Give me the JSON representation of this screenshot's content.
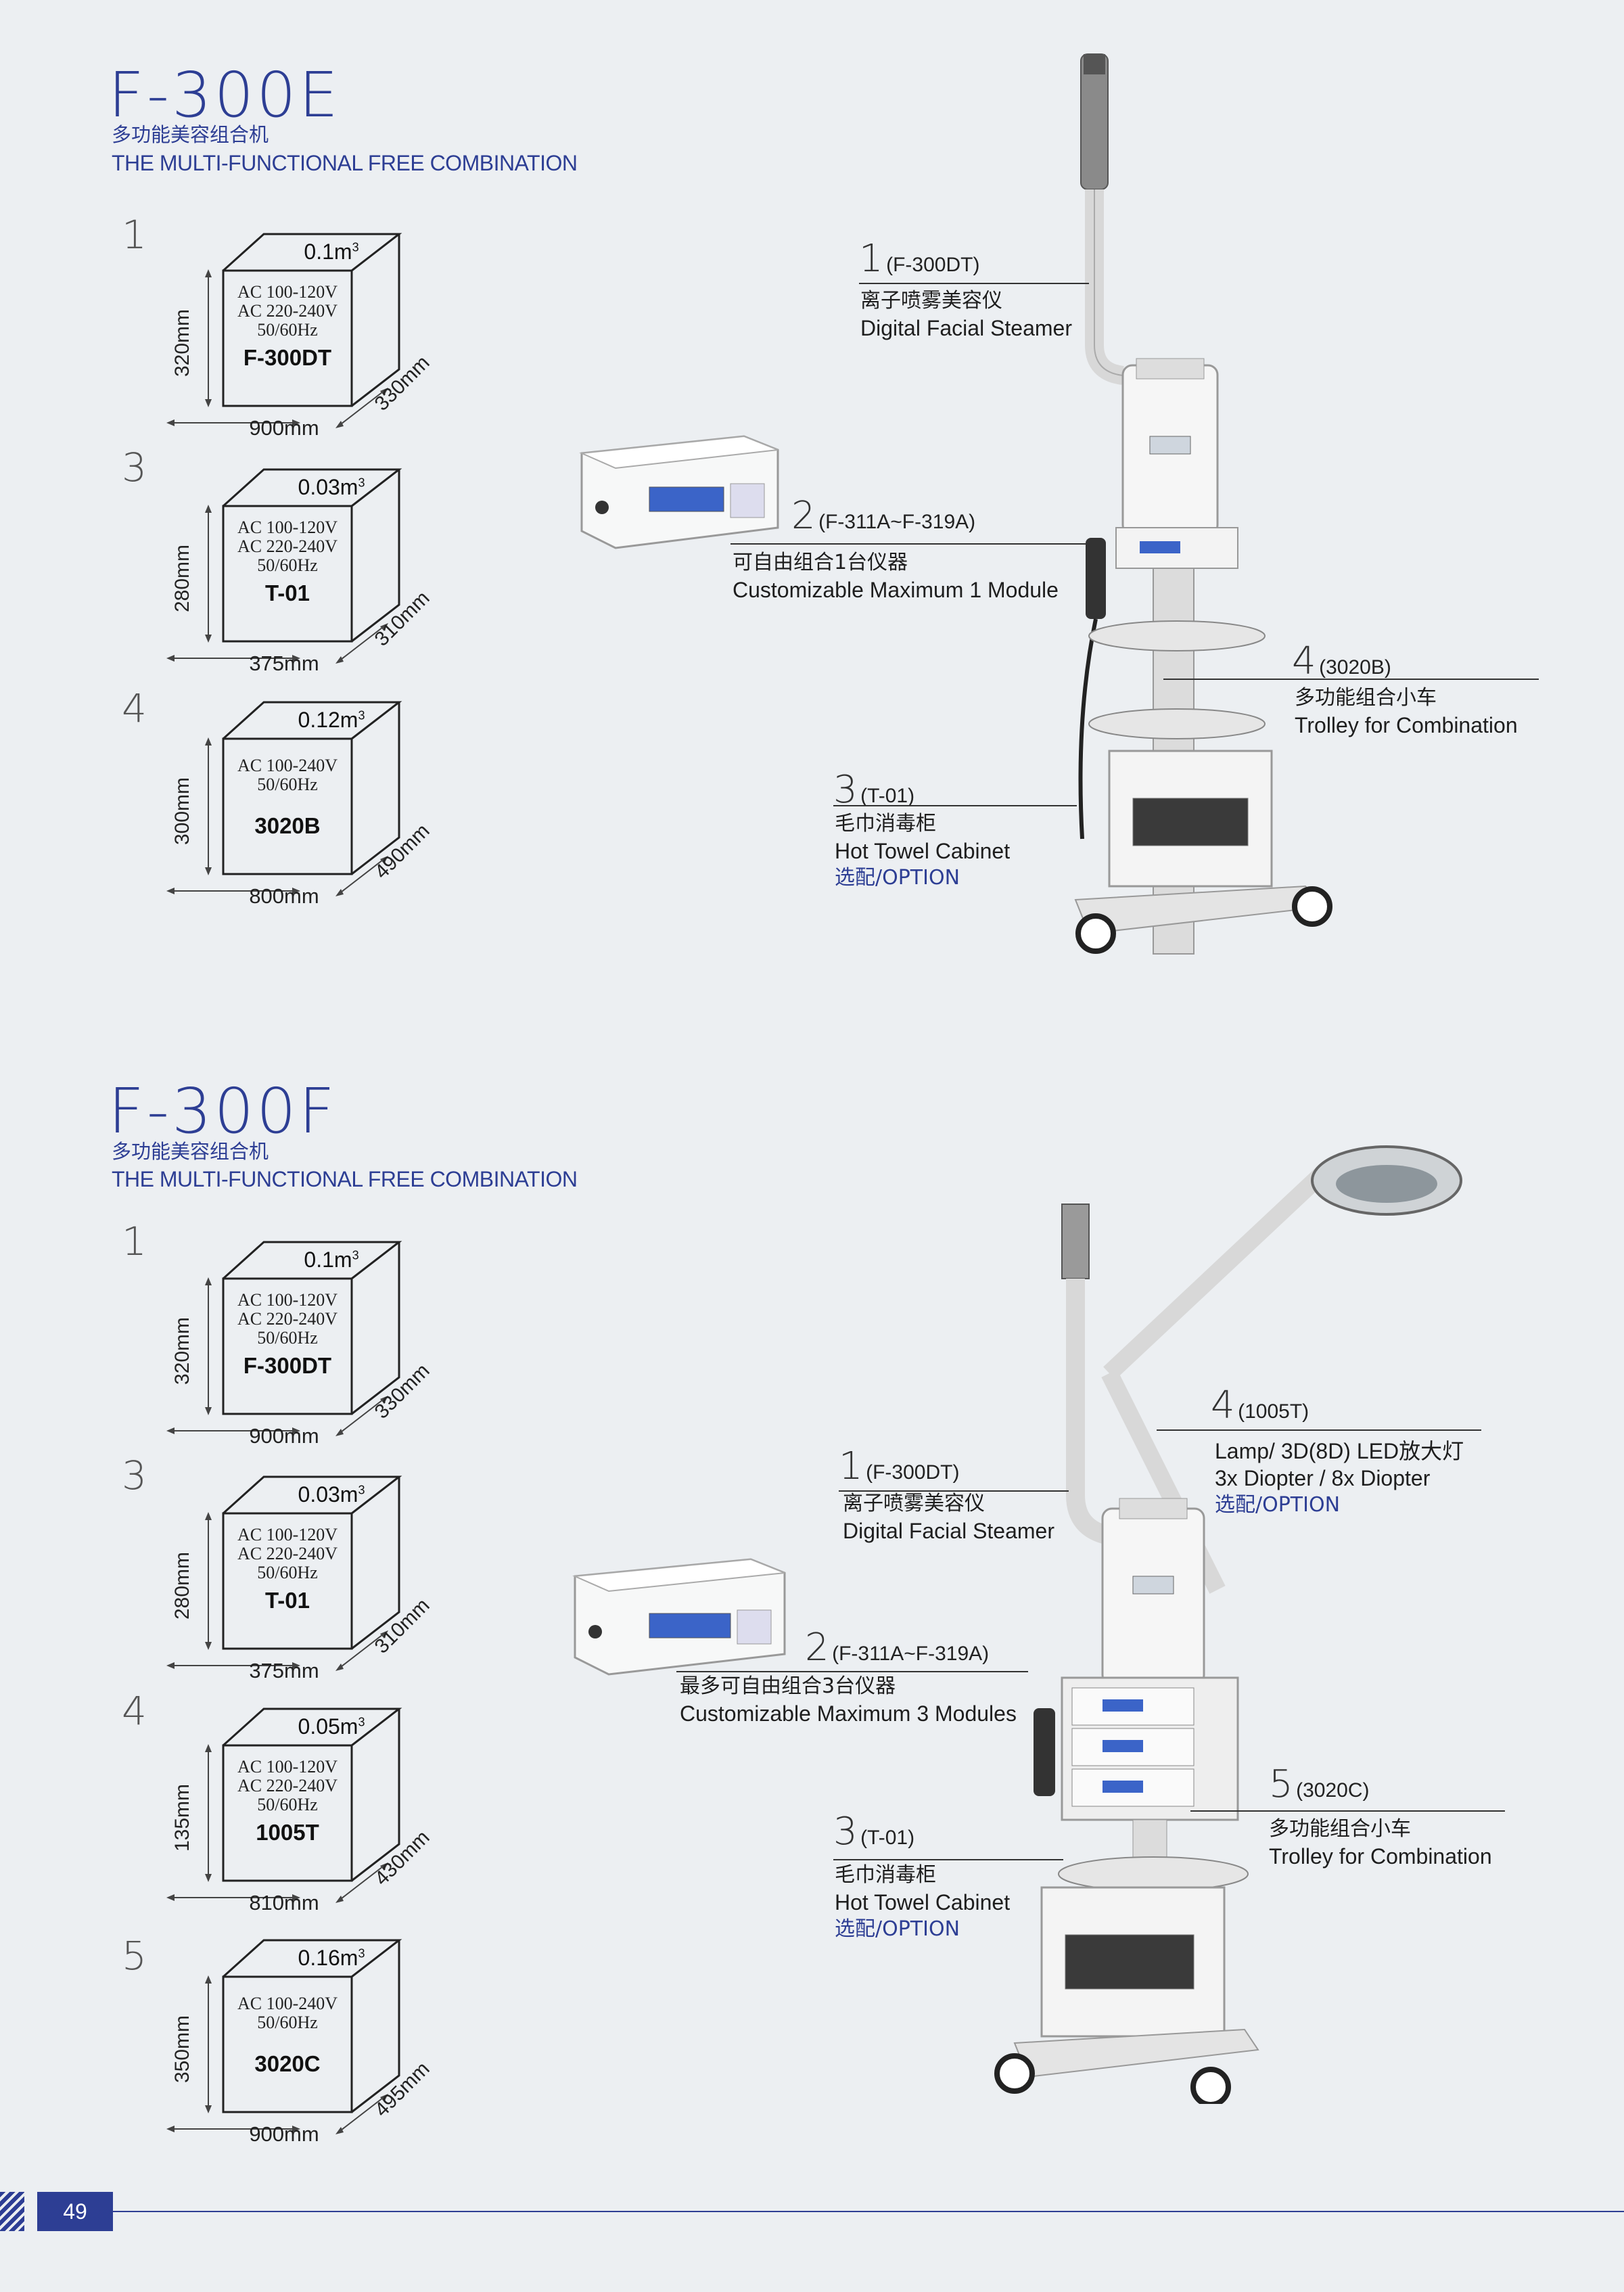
{
  "page_number": "49",
  "colors": {
    "accent": "#2d3e94",
    "background": "#eceff2"
  },
  "sections": [
    {
      "title": "F-300E",
      "subtitle_cn": "多功能美容组合机",
      "subtitle_en": "THE MULTI-FUNCTIONAL FREE COMBINATION",
      "specs": [
        {
          "index": "1",
          "volume": "0.1m",
          "volume_exp": "3",
          "voltage": [
            "AC 100-120V",
            "AC 220-240V",
            "50/60Hz"
          ],
          "model": "F-300DT",
          "width": "900mm",
          "height": "320mm",
          "depth": "330mm"
        },
        {
          "index": "3",
          "volume": "0.03m",
          "volume_exp": "3",
          "voltage": [
            "AC 100-120V",
            "AC 220-240V",
            "50/60Hz"
          ],
          "model": "T-01",
          "width": "375mm",
          "height": "280mm",
          "depth": "310mm"
        },
        {
          "index": "4",
          "volume": "0.12m",
          "volume_exp": "3",
          "voltage": [
            "AC 100-240V",
            "50/60Hz"
          ],
          "model": "3020B",
          "width": "800mm",
          "height": "300mm",
          "depth": "490mm"
        }
      ],
      "callouts": [
        {
          "num": "1",
          "code": "(F-300DT)",
          "lines": [
            "离子喷雾美容仪",
            "Digital Facial Steamer"
          ]
        },
        {
          "num": "2",
          "code": "(F-311A~F-319A)",
          "lines": [
            "可自由组合1台仪器",
            "Customizable Maximum 1 Module"
          ]
        },
        {
          "num": "4",
          "code": "(3020B)",
          "lines": [
            "多功能组合小车",
            "Trolley for Combination"
          ]
        },
        {
          "num": "3",
          "code": "(T-01)",
          "lines": [
            "毛巾消毒柜",
            "Hot Towel Cabinet"
          ],
          "option": "选配/OPTION"
        }
      ]
    },
    {
      "title": "F-300F",
      "subtitle_cn": "多功能美容组合机",
      "subtitle_en": "THE MULTI-FUNCTIONAL FREE COMBINATION",
      "specs": [
        {
          "index": "1",
          "volume": "0.1m",
          "volume_exp": "3",
          "voltage": [
            "AC 100-120V",
            "AC 220-240V",
            "50/60Hz"
          ],
          "model": "F-300DT",
          "width": "900mm",
          "height": "320mm",
          "depth": "330mm"
        },
        {
          "index": "3",
          "volume": "0.03m",
          "volume_exp": "3",
          "voltage": [
            "AC 100-120V",
            "AC 220-240V",
            "50/60Hz"
          ],
          "model": "T-01",
          "width": "375mm",
          "height": "280mm",
          "depth": "310mm"
        },
        {
          "index": "4",
          "volume": "0.05m",
          "volume_exp": "3",
          "voltage": [
            "AC 100-120V",
            "AC 220-240V",
            "50/60Hz"
          ],
          "model": "1005T",
          "width": "810mm",
          "height": "135mm",
          "depth": "430mm"
        },
        {
          "index": "5",
          "volume": "0.16m",
          "volume_exp": "3",
          "voltage": [
            "AC 100-240V",
            "50/60Hz"
          ],
          "model": "3020C",
          "width": "900mm",
          "height": "350mm",
          "depth": "495mm"
        }
      ],
      "callouts": [
        {
          "num": "4",
          "code": "(1005T)",
          "lines": [
            "Lamp/ 3D(8D) LED放大灯",
            "3x Diopter / 8x Diopter"
          ],
          "option": "选配/OPTION"
        },
        {
          "num": "1",
          "code": "(F-300DT)",
          "lines": [
            "离子喷雾美容仪",
            "Digital Facial Steamer"
          ]
        },
        {
          "num": "2",
          "code": "(F-311A~F-319A)",
          "lines": [
            "最多可自由组合3台仪器",
            "Customizable Maximum 3 Modules"
          ]
        },
        {
          "num": "5",
          "code": "(3020C)",
          "lines": [
            "多功能组合小车",
            "Trolley for Combination"
          ]
        },
        {
          "num": "3",
          "code": "(T-01)",
          "lines": [
            "毛巾消毒柜",
            "Hot Towel Cabinet"
          ],
          "option": "选配/OPTION"
        }
      ]
    }
  ]
}
